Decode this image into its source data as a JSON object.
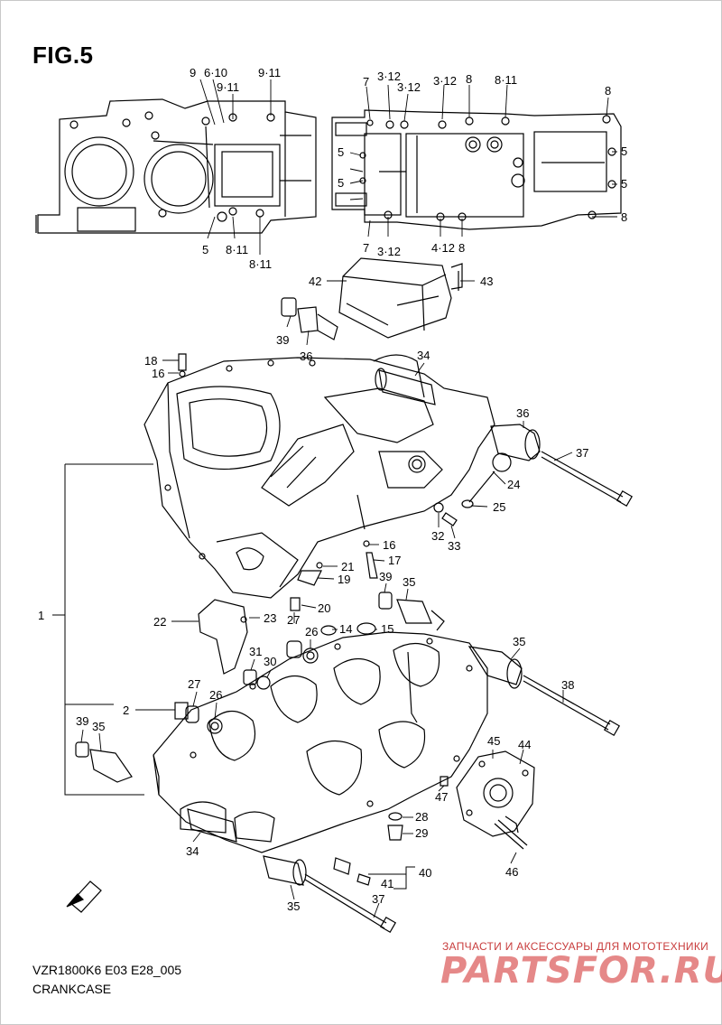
{
  "figure": {
    "title": "FIG.5",
    "model_code": "VZR1800K6 E03 E28_005",
    "caption": "CRANKCASE"
  },
  "watermark": {
    "tagline": "ЗАПЧАСТИ И АКСЕССУАРЫ ДЛЯ МОТОТЕХНИКИ",
    "logo": "PARTSFOR.RU"
  },
  "colors": {
    "line": "#000000",
    "watermark": "#d02828",
    "frame": "#c8c8c8"
  },
  "callouts": {
    "top_left": [
      "9",
      "6·10",
      "9·11",
      "9·11",
      "5",
      "8·11",
      "8·11"
    ],
    "top_right": [
      "7",
      "3·12",
      "3·12",
      "3·12",
      "8",
      "8·11",
      "8",
      "5",
      "5",
      "5",
      "5",
      "8",
      "7",
      "3·12",
      "4·12",
      "8"
    ],
    "main": [
      "42",
      "43",
      "39",
      "36",
      "18",
      "16",
      "34",
      "36",
      "37",
      "24",
      "25",
      "32",
      "33",
      "16",
      "17",
      "21",
      "19",
      "39",
      "35",
      "20",
      "27",
      "14",
      "15",
      "26",
      "22",
      "23",
      "1",
      "31",
      "30",
      "35",
      "38",
      "2",
      "27",
      "26",
      "39",
      "35",
      "45",
      "44",
      "47",
      "28",
      "29",
      "34",
      "46",
      "40",
      "41",
      "35",
      "37"
    ]
  }
}
